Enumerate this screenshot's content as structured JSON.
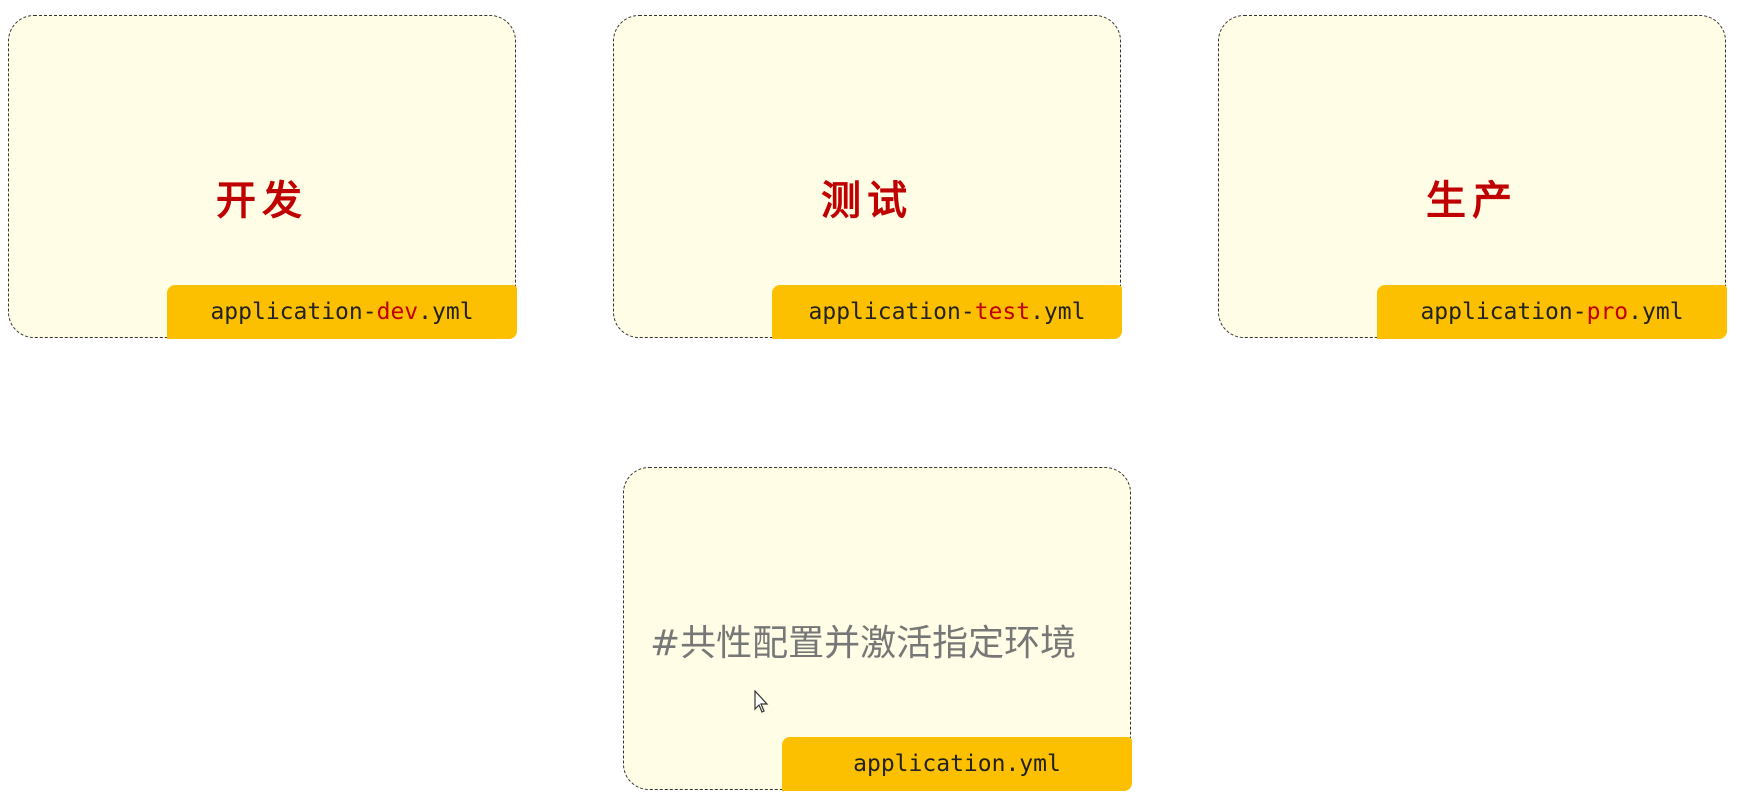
{
  "cards": [
    {
      "title": "开发",
      "file_prefix": "application-",
      "file_env": "dev",
      "file_suffix": ".yml"
    },
    {
      "title": "测试",
      "file_prefix": "application-",
      "file_env": "test",
      "file_suffix": ".yml"
    },
    {
      "title": "生产",
      "file_prefix": "application-",
      "file_env": "pro",
      "file_suffix": ".yml"
    }
  ],
  "main_card": {
    "comment": "#共性配置并激活指定环境",
    "file": "application.yml"
  },
  "colors": {
    "accent": "#c00000",
    "label_bg": "#fdc000",
    "card_bg": "#fffde6"
  }
}
